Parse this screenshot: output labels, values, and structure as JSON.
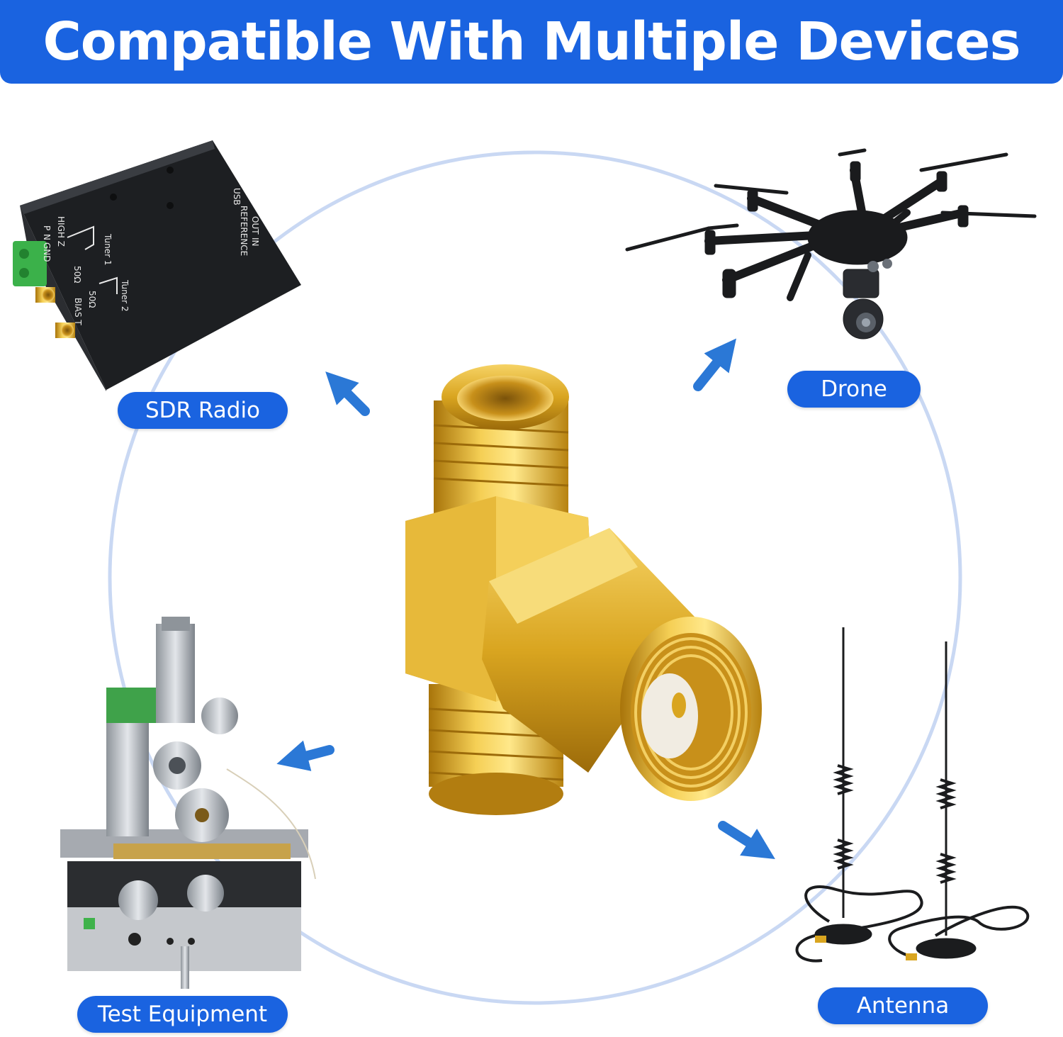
{
  "header": {
    "title": "Compatible With Multiple Devices"
  },
  "devices": [
    {
      "label": "SDR Radio"
    },
    {
      "label": "Drone"
    },
    {
      "label": "Test Equipment"
    },
    {
      "label": "Antenna"
    }
  ],
  "sdr_box": {
    "markings": [
      "USB",
      "REFERENCE",
      "OUT",
      "IN",
      "HIGH Z",
      "P",
      "N",
      "GND",
      "Tuner 1",
      "50Ω",
      "50Ω",
      "BIAS T",
      "Tuner 2"
    ]
  },
  "colors": {
    "brand_blue": "#1a63e0",
    "ring": "#c9d8f3",
    "arrow": "#2b78d6",
    "gold": "#d9a520",
    "device_dark": "#1d1f22"
  }
}
